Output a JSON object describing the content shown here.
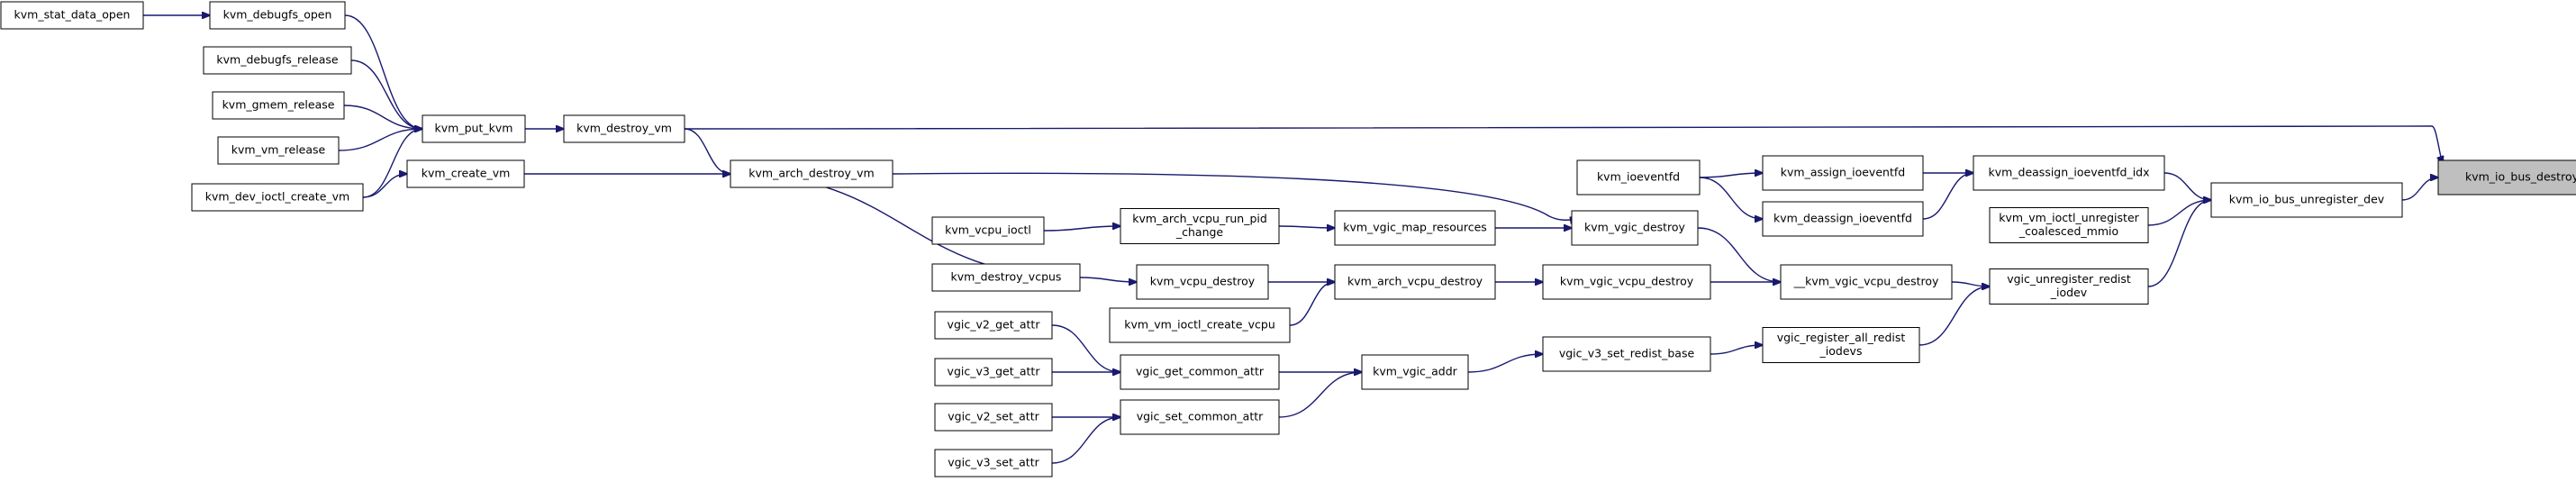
{
  "graph": {
    "edge_color": "#191970",
    "root_fill": "#bfbfbf",
    "nodes": [
      {
        "id": "kvm_io_bus_destroy",
        "lines": [
          "kvm_io_bus_destroy"
        ],
        "root": true
      },
      {
        "id": "kvm_io_bus_unregister_dev",
        "lines": [
          "kvm_io_bus_unregister_dev"
        ]
      },
      {
        "id": "kvm_deassign_ioeventfd_idx",
        "lines": [
          "kvm_deassign_ioeventfd_idx"
        ]
      },
      {
        "id": "kvm_vm_ioctl_unregister_coalesced_mmio",
        "lines": [
          "kvm_vm_ioctl_unregister",
          "_coalesced_mmio"
        ]
      },
      {
        "id": "vgic_unregister_redist_iodev",
        "lines": [
          "vgic_unregister_redist",
          "_iodev"
        ]
      },
      {
        "id": "kvm_destroy_vm",
        "lines": [
          "kvm_destroy_vm"
        ]
      },
      {
        "id": "kvm_assign_ioeventfd",
        "lines": [
          "kvm_assign_ioeventfd"
        ]
      },
      {
        "id": "kvm_deassign_ioeventfd",
        "lines": [
          "kvm_deassign_ioeventfd"
        ]
      },
      {
        "id": "kvm_ioeventfd",
        "lines": [
          "kvm_ioeventfd"
        ]
      },
      {
        "id": "__kvm_vgic_vcpu_destroy",
        "lines": [
          "__kvm_vgic_vcpu_destroy"
        ]
      },
      {
        "id": "vgic_register_all_redist_iodevs",
        "lines": [
          "vgic_register_all_redist",
          "_iodevs"
        ]
      },
      {
        "id": "kvm_vgic_destroy",
        "lines": [
          "kvm_vgic_destroy"
        ]
      },
      {
        "id": "kvm_vgic_vcpu_destroy",
        "lines": [
          "kvm_vgic_vcpu_destroy"
        ]
      },
      {
        "id": "vgic_v3_set_redist_base",
        "lines": [
          "vgic_v3_set_redist_base"
        ]
      },
      {
        "id": "kvm_arch_destroy_vm",
        "lines": [
          "kvm_arch_destroy_vm"
        ]
      },
      {
        "id": "kvm_vgic_map_resources",
        "lines": [
          "kvm_vgic_map_resources"
        ]
      },
      {
        "id": "kvm_arch_vcpu_destroy",
        "lines": [
          "kvm_arch_vcpu_destroy"
        ]
      },
      {
        "id": "kvm_vgic_addr",
        "lines": [
          "kvm_vgic_addr"
        ]
      },
      {
        "id": "kvm_put_kvm",
        "lines": [
          "kvm_put_kvm"
        ]
      },
      {
        "id": "kvm_create_vm",
        "lines": [
          "kvm_create_vm"
        ]
      },
      {
        "id": "kvm_arch_vcpu_run_pid_change",
        "lines": [
          "kvm_arch_vcpu_run_pid",
          "_change"
        ]
      },
      {
        "id": "kvm_destroy_vcpus",
        "lines": [
          "kvm_destroy_vcpus"
        ]
      },
      {
        "id": "kvm_vcpu_destroy",
        "lines": [
          "kvm_vcpu_destroy"
        ]
      },
      {
        "id": "kvm_vm_ioctl_create_vcpu",
        "lines": [
          "kvm_vm_ioctl_create_vcpu"
        ]
      },
      {
        "id": "vgic_get_common_attr",
        "lines": [
          "vgic_get_common_attr"
        ]
      },
      {
        "id": "vgic_set_common_attr",
        "lines": [
          "vgic_set_common_attr"
        ]
      },
      {
        "id": "kvm_debugfs_open",
        "lines": [
          "kvm_debugfs_open"
        ]
      },
      {
        "id": "kvm_debugfs_release",
        "lines": [
          "kvm_debugfs_release"
        ]
      },
      {
        "id": "kvm_gmem_release",
        "lines": [
          "kvm_gmem_release"
        ]
      },
      {
        "id": "kvm_vm_release",
        "lines": [
          "kvm_vm_release"
        ]
      },
      {
        "id": "kvm_dev_ioctl_create_vm",
        "lines": [
          "kvm_dev_ioctl_create_vm"
        ]
      },
      {
        "id": "kvm_vcpu_ioctl",
        "lines": [
          "kvm_vcpu_ioctl"
        ]
      },
      {
        "id": "vgic_v2_get_attr",
        "lines": [
          "vgic_v2_get_attr"
        ]
      },
      {
        "id": "vgic_v3_get_attr",
        "lines": [
          "vgic_v3_get_attr"
        ]
      },
      {
        "id": "vgic_v2_set_attr",
        "lines": [
          "vgic_v2_set_attr"
        ]
      },
      {
        "id": "vgic_v3_set_attr",
        "lines": [
          "vgic_v3_set_attr"
        ]
      },
      {
        "id": "kvm_stat_data_open",
        "lines": [
          "kvm_stat_data_open"
        ]
      }
    ],
    "edges": [
      {
        "from": "kvm_io_bus_unregister_dev",
        "to": "kvm_io_bus_destroy"
      },
      {
        "from": "kvm_destroy_vm",
        "to": "kvm_io_bus_destroy"
      },
      {
        "from": "kvm_deassign_ioeventfd_idx",
        "to": "kvm_io_bus_unregister_dev"
      },
      {
        "from": "kvm_vm_ioctl_unregister_coalesced_mmio",
        "to": "kvm_io_bus_unregister_dev"
      },
      {
        "from": "vgic_unregister_redist_iodev",
        "to": "kvm_io_bus_unregister_dev"
      },
      {
        "from": "kvm_assign_ioeventfd",
        "to": "kvm_deassign_ioeventfd_idx"
      },
      {
        "from": "kvm_deassign_ioeventfd",
        "to": "kvm_deassign_ioeventfd_idx"
      },
      {
        "from": "kvm_ioeventfd",
        "to": "kvm_assign_ioeventfd"
      },
      {
        "from": "kvm_ioeventfd",
        "to": "kvm_deassign_ioeventfd"
      },
      {
        "from": "__kvm_vgic_vcpu_destroy",
        "to": "vgic_unregister_redist_iodev"
      },
      {
        "from": "vgic_register_all_redist_iodevs",
        "to": "vgic_unregister_redist_iodev"
      },
      {
        "from": "kvm_vgic_destroy",
        "to": "__kvm_vgic_vcpu_destroy"
      },
      {
        "from": "kvm_vgic_vcpu_destroy",
        "to": "__kvm_vgic_vcpu_destroy"
      },
      {
        "from": "vgic_v3_set_redist_base",
        "to": "vgic_register_all_redist_iodevs"
      },
      {
        "from": "kvm_arch_destroy_vm",
        "to": "kvm_vgic_destroy"
      },
      {
        "from": "kvm_vgic_map_resources",
        "to": "kvm_vgic_destroy"
      },
      {
        "from": "kvm_arch_vcpu_destroy",
        "to": "kvm_vgic_vcpu_destroy"
      },
      {
        "from": "kvm_vgic_addr",
        "to": "vgic_v3_set_redist_base"
      },
      {
        "from": "kvm_put_kvm",
        "to": "kvm_destroy_vm"
      },
      {
        "from": "kvm_create_vm",
        "to": "kvm_arch_destroy_vm"
      },
      {
        "from": "kvm_destroy_vm",
        "to": "kvm_arch_destroy_vm"
      },
      {
        "from": "kvm_arch_vcpu_run_pid_change",
        "to": "kvm_vgic_map_resources"
      },
      {
        "from": "kvm_destroy_vcpus",
        "to": "kvm_arch_destroy_vm"
      },
      {
        "from": "kvm_vcpu_destroy",
        "to": "kvm_arch_vcpu_destroy"
      },
      {
        "from": "kvm_vm_ioctl_create_vcpu",
        "to": "kvm_arch_vcpu_destroy"
      },
      {
        "from": "vgic_get_common_attr",
        "to": "kvm_vgic_addr"
      },
      {
        "from": "vgic_set_common_attr",
        "to": "kvm_vgic_addr"
      },
      {
        "from": "kvm_debugfs_open",
        "to": "kvm_put_kvm"
      },
      {
        "from": "kvm_debugfs_release",
        "to": "kvm_put_kvm"
      },
      {
        "from": "kvm_gmem_release",
        "to": "kvm_put_kvm"
      },
      {
        "from": "kvm_vm_release",
        "to": "kvm_put_kvm"
      },
      {
        "from": "kvm_dev_ioctl_create_vm",
        "to": "kvm_put_kvm"
      },
      {
        "from": "kvm_dev_ioctl_create_vm",
        "to": "kvm_create_vm"
      },
      {
        "from": "kvm_vcpu_ioctl",
        "to": "kvm_arch_vcpu_run_pid_change"
      },
      {
        "from": "kvm_destroy_vcpus",
        "to": "kvm_vcpu_destroy"
      },
      {
        "from": "vgic_v2_get_attr",
        "to": "vgic_get_common_attr"
      },
      {
        "from": "vgic_v3_get_attr",
        "to": "vgic_get_common_attr"
      },
      {
        "from": "vgic_v2_set_attr",
        "to": "vgic_set_common_attr"
      },
      {
        "from": "vgic_v3_set_attr",
        "to": "vgic_set_common_attr"
      },
      {
        "from": "kvm_stat_data_open",
        "to": "kvm_debugfs_open"
      }
    ]
  }
}
